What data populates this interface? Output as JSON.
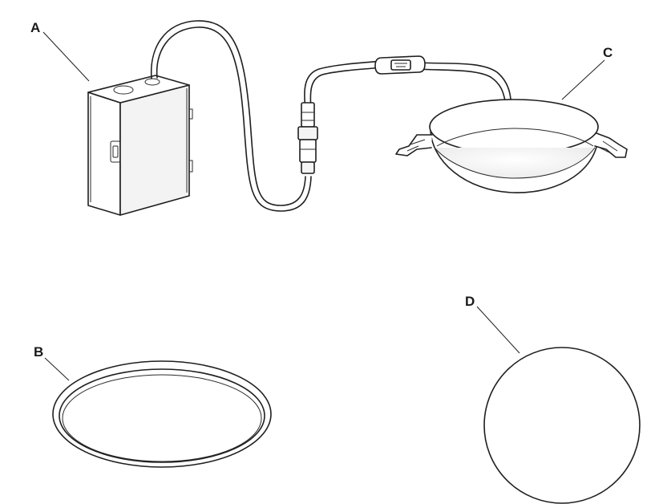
{
  "callouts": {
    "a": "A",
    "b": "B",
    "c": "C",
    "d": "D"
  },
  "colors": {
    "line": "#1f1f1f",
    "face_light": "#ffffff",
    "face_shade": "#f0f0f0",
    "face_dark": "#e2e2e2",
    "lens_glow": "#f3f3f3"
  }
}
